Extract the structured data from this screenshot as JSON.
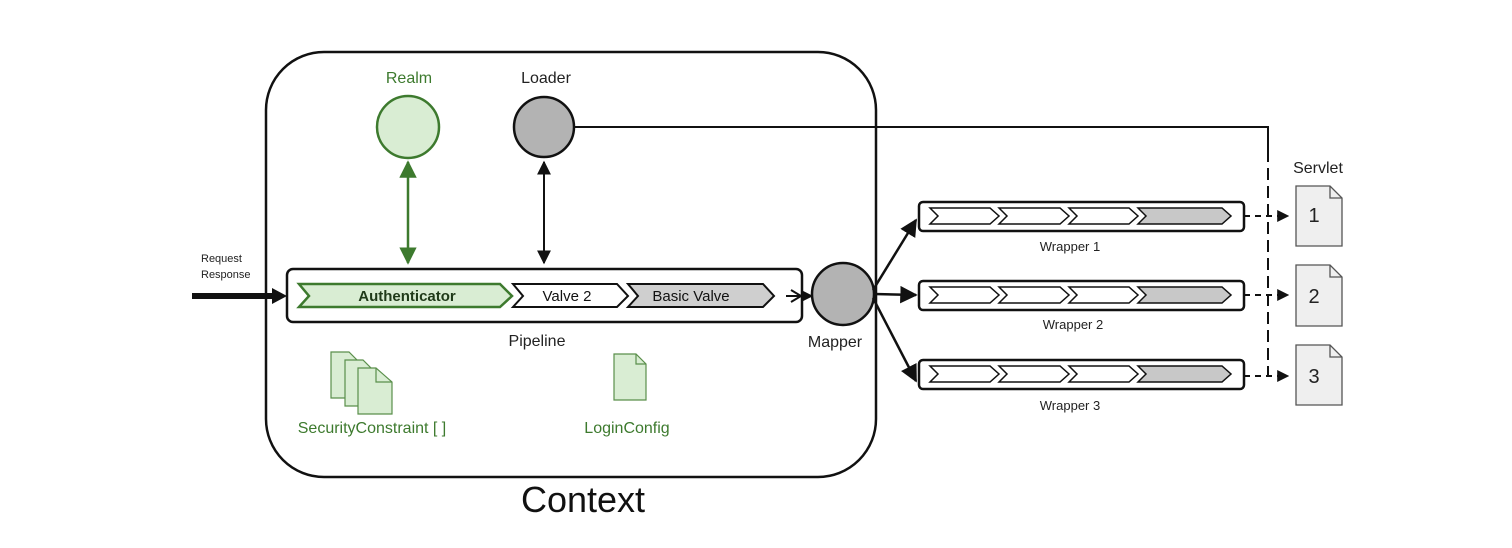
{
  "diagram": {
    "context_label": "Context",
    "realm_label": "Realm",
    "loader_label": "Loader",
    "mapper_label": "Mapper",
    "pipeline_label": "Pipeline",
    "request_label": "Request",
    "response_label": "Response",
    "servlet_label": "Servlet",
    "valves": [
      "Authenticator",
      "Valve 2",
      "Basic Valve"
    ],
    "security_constraint_label": "SecurityConstraint [ ]",
    "login_config_label": "LoginConfig",
    "wrappers": [
      "Wrapper 1",
      "Wrapper 2",
      "Wrapper 3"
    ],
    "servlets": [
      "1",
      "2",
      "3"
    ]
  },
  "colors": {
    "green": "#3d7a2e",
    "light_green": "#d9edd3",
    "gray": "#b3b3b3",
    "light_gray": "#e4e4e4"
  }
}
